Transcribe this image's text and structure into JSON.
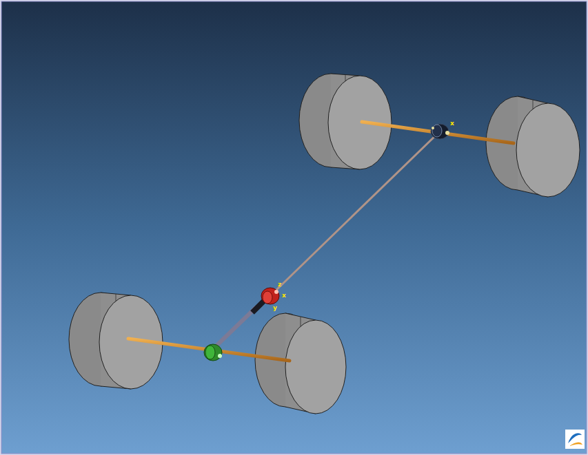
{
  "diagram": {
    "labels": [
      "x",
      "z",
      "x",
      "y"
    ]
  }
}
